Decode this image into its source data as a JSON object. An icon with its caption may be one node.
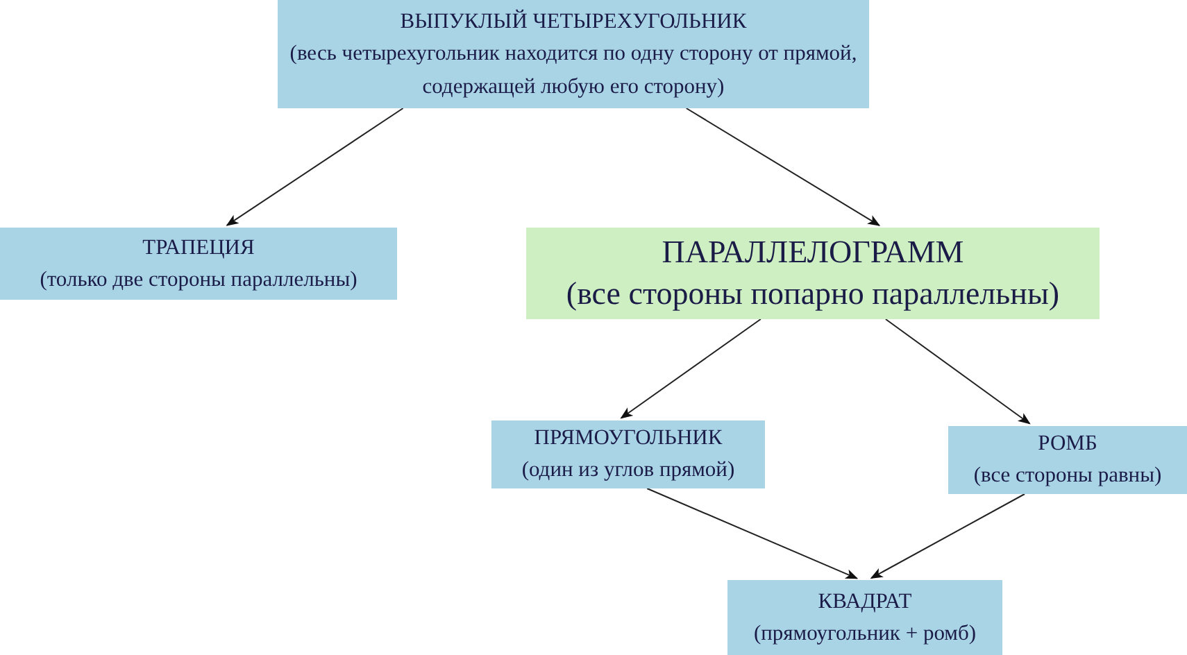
{
  "diagram": {
    "nodes": [
      {
        "text": [
          "ВЫПУКЛЫЙ ЧЕТЫРЕХУГОЛЬНИК",
          "(весь четырехугольник находится по одну сторону от прямой, содержащей любую его сторону)"
        ]
      },
      {
        "text": [
          "ТРАПЕЦИЯ",
          "(только две стороны параллельны)"
        ]
      },
      {
        "text": [
          "ПАРАЛЛЕЛОГРАММ",
          "(все стороны попарно параллельны)"
        ]
      },
      {
        "text": [
          "ПРЯМОУГОЛЬНИК",
          "(один из углов прямой)"
        ]
      },
      {
        "text": [
          "РОМБ",
          "(все стороны равны)"
        ]
      },
      {
        "text": [
          "КВАДРАТ",
          "(прямоугольник + ромб)"
        ]
      }
    ],
    "edges": [
      {
        "from": 0,
        "to": 1,
        "arrow": "to"
      },
      {
        "from": 0,
        "to": 2,
        "arrow": "to"
      },
      {
        "from": 2,
        "to": 3,
        "arrow": "to"
      },
      {
        "from": 2,
        "to": 4,
        "arrow": "to"
      },
      {
        "from": 3,
        "to": 5,
        "arrow": "to"
      },
      {
        "from": 4,
        "to": 5,
        "arrow": "to"
      }
    ]
  }
}
